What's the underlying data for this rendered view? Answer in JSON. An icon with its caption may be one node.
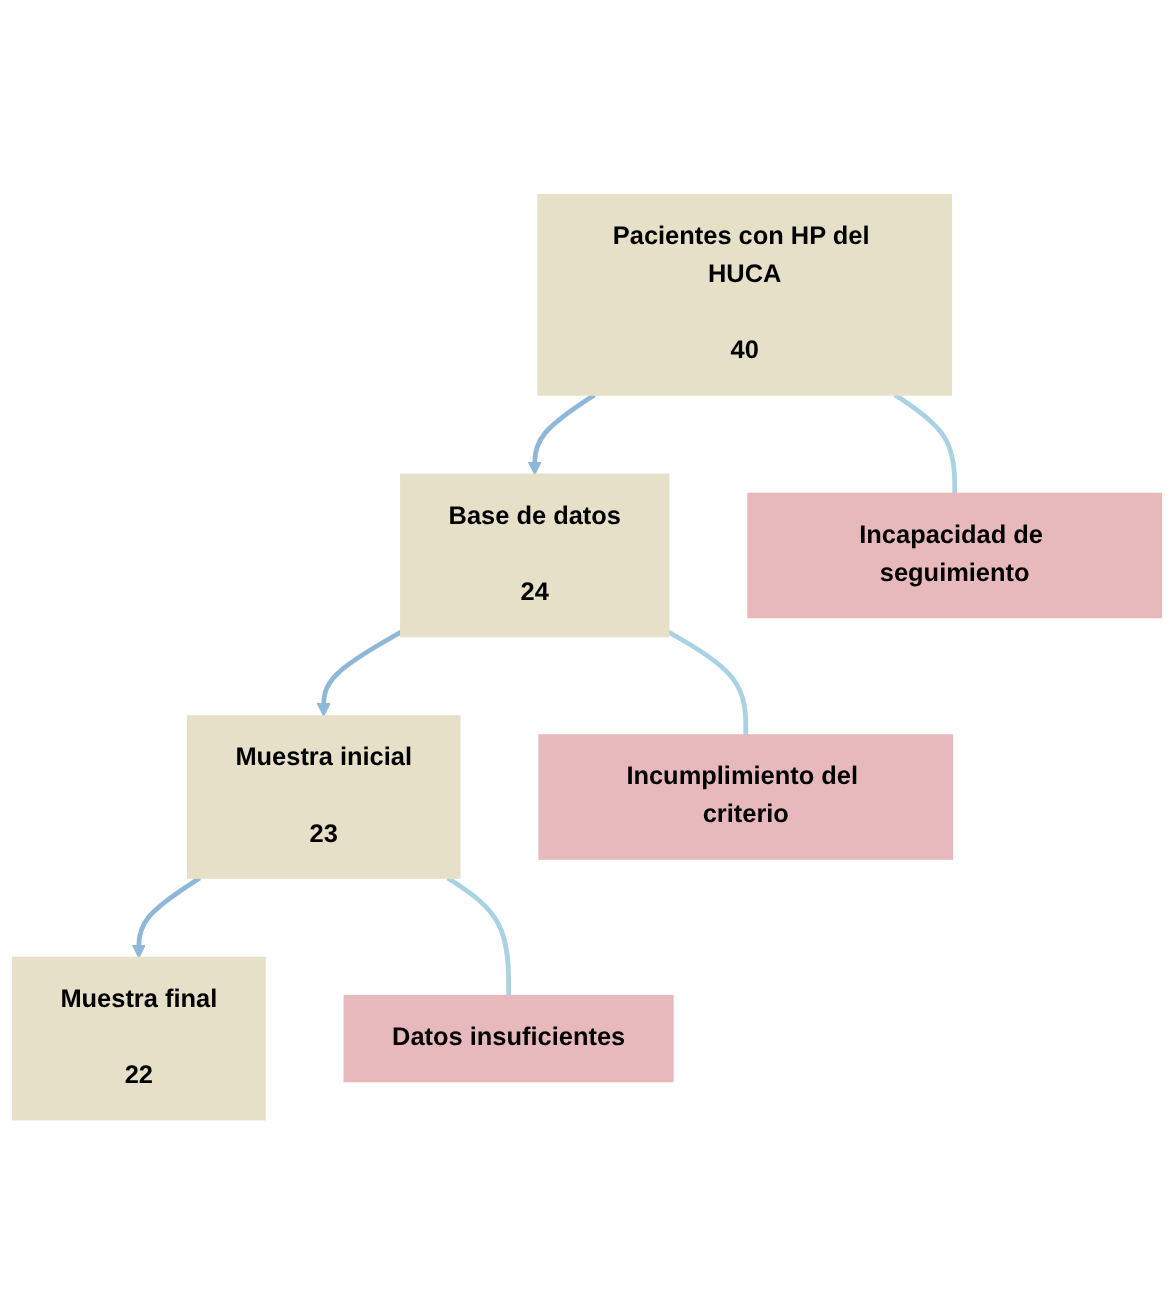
{
  "diagram": {
    "nodes": [
      {
        "text": [
          "Pacientes con HP del HUCA",
          "40"
        ]
      },
      {
        "text": [
          "Base de datos",
          "24"
        ]
      },
      {
        "text": [
          "Muestra inicial",
          "23"
        ]
      },
      {
        "text": [
          "Muestra final",
          "22"
        ]
      },
      {
        "text": [
          "Incapacidad de seguimiento"
        ]
      },
      {
        "text": [
          "Incumplimiento del criterio"
        ]
      },
      {
        "text": [
          "Datos insuficientes"
        ]
      }
    ],
    "edges": [
      {
        "from": 0,
        "to": 1,
        "arrow": "to"
      },
      {
        "from": 1,
        "to": 2,
        "arrow": "to"
      },
      {
        "from": 2,
        "to": 3,
        "arrow": "to"
      },
      {
        "from": 0,
        "to": 4,
        "arrow": "none",
        "color": "#a9d3e3"
      },
      {
        "from": 1,
        "to": 5,
        "arrow": "none",
        "color": "#a9d3e3"
      },
      {
        "from": 2,
        "to": 6,
        "arrow": "none",
        "color": "#a9d3e3"
      }
    ]
  }
}
